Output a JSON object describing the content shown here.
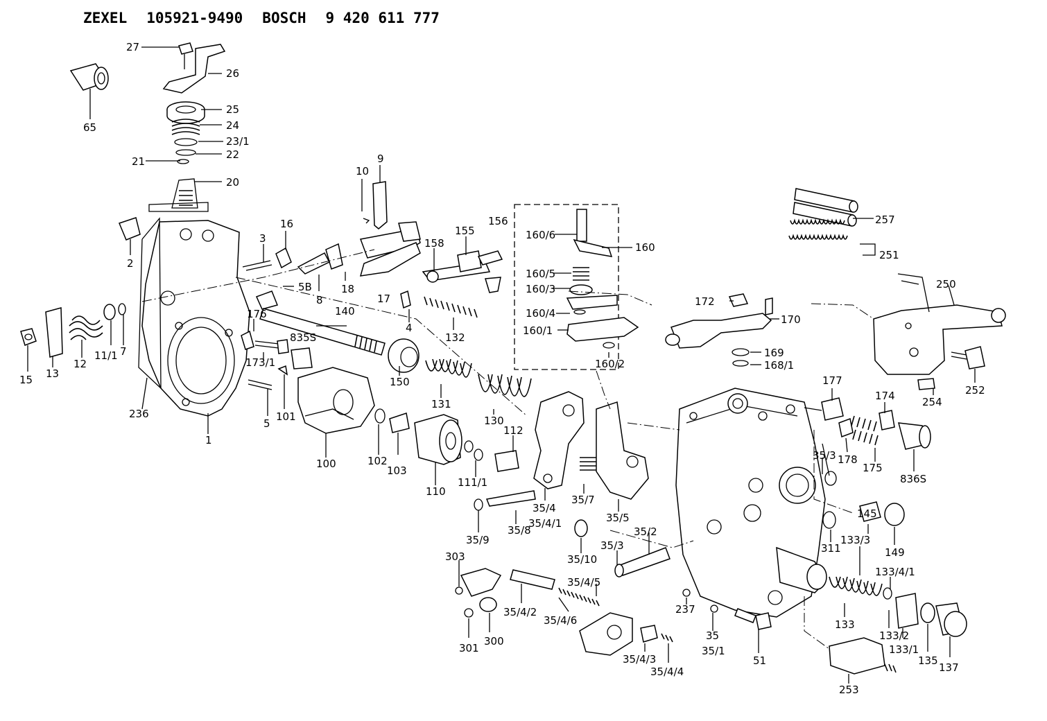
{
  "header": {
    "brand": "ZEXEL",
    "zexel_number": "105921-9490",
    "oem": "BOSCH",
    "bosch_number": "9 420 611 777"
  },
  "callouts": {
    "c27": "27",
    "c26": "26",
    "c65": "65",
    "c25": "25",
    "c24": "24",
    "c23_1": "23/1",
    "c22": "22",
    "c21": "21",
    "c20": "20",
    "c2": "2",
    "c3": "3",
    "c16": "16",
    "c10": "10",
    "c9": "9",
    "c155": "155",
    "c156": "156",
    "c158": "158",
    "c160_6": "160/6",
    "c160": "160",
    "c160_5": "160/5",
    "c160_3": "160/3",
    "c160_4": "160/4",
    "c160_1": "160/1",
    "c160_2": "160/2",
    "c257": "257",
    "c251": "251",
    "c250": "250",
    "c172": "172",
    "c170": "170",
    "c169": "169",
    "c168_1": "168/1",
    "c5B": "5B",
    "c8": "8",
    "c18": "18",
    "c17": "17",
    "c4": "4",
    "c140": "140",
    "c132": "132",
    "c176": "176",
    "c835S": "835S",
    "c15": "15",
    "c13": "13",
    "c12": "12",
    "c11_1": "11/1",
    "c7": "7",
    "c173_1": "173/1",
    "c236": "236",
    "c1": "1",
    "c5": "5",
    "c101": "101",
    "c100": "100",
    "c150": "150",
    "c131": "131",
    "c130": "130",
    "c102": "102",
    "c103": "103",
    "c110": "110",
    "c112": "112",
    "c111_1": "111/1",
    "c177": "177",
    "c174": "174",
    "c252": "252",
    "c254": "254",
    "c178": "178",
    "c175": "175",
    "c836S": "836S",
    "c35_3a": "35/3",
    "c35_4": "35/4",
    "c35_4_1": "35/4/1",
    "c35_7": "35/7",
    "c35_5": "35/5",
    "c35_9": "35/9",
    "c35_8": "35/8",
    "c35_10": "35/10",
    "c35_3b": "35/3",
    "c35_2": "35/2",
    "c145": "145",
    "c149": "149",
    "c311": "311",
    "c133_3": "133/3",
    "c303": "303",
    "c35_4_5": "35/4/5",
    "c133_4_1": "133/4/1",
    "c35_4_2": "35/4/2",
    "c35_4_6": "35/4/6",
    "c301": "301",
    "c300": "300",
    "c237": "237",
    "c35": "35",
    "c35_1": "35/1",
    "c51": "51",
    "c133": "133",
    "c133_2": "133/2",
    "c133_1": "133/1",
    "c135": "135",
    "c137": "137",
    "c35_4_3": "35/4/3",
    "c35_4_4": "35/4/4",
    "c253": "253"
  }
}
